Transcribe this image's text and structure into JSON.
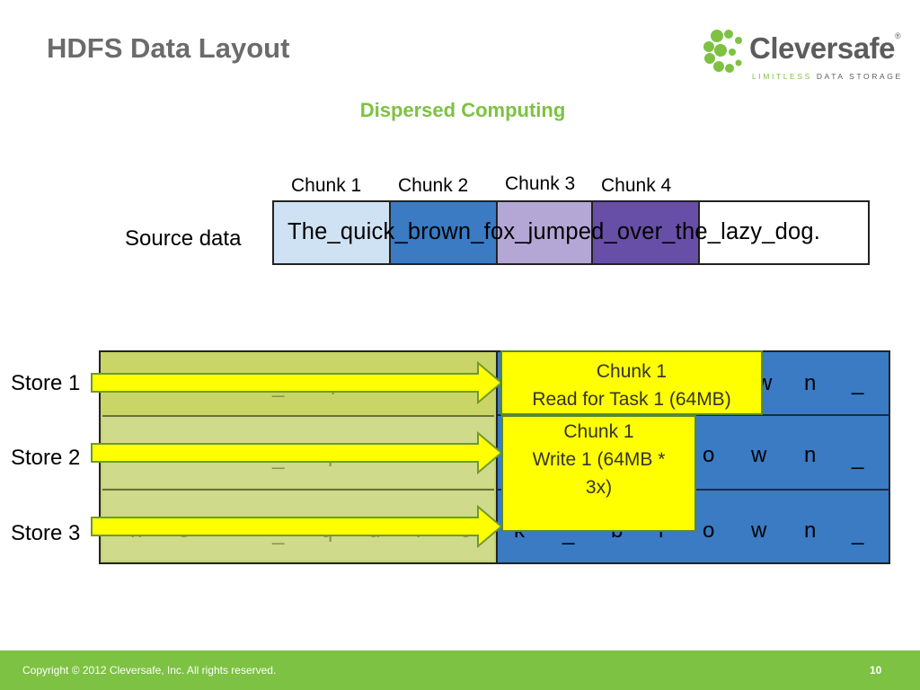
{
  "slide": {
    "title": "HDFS Data Layout",
    "subtitle": "Dispersed  Computing",
    "page_number": "10"
  },
  "logo": {
    "name": "Cleversafe",
    "registered_mark": "®",
    "tagline_highlight": "LIMITLESS",
    "tagline_rest": " DATA STORAGE"
  },
  "chunks": [
    "Chunk 1",
    "Chunk 2",
    "Chunk 3",
    "Chunk 4"
  ],
  "source": {
    "label": "Source data",
    "text": "The_quick_brown_fox_jumped_over_the_lazy_dog."
  },
  "stores": [
    "Store 1",
    "Store 2",
    "Store 3"
  ],
  "store_chars": {
    "store1_green": [
      "_",
      "q"
    ],
    "store1_blue": [
      "w",
      "n",
      "_"
    ],
    "store2_green": [
      "h",
      "e",
      "_",
      "q",
      "u",
      "i",
      "c"
    ],
    "store2_blue": [
      "o",
      "w",
      "n",
      "_"
    ],
    "store3_green": [
      "h",
      "e",
      "_",
      "q",
      "u",
      "i",
      "c"
    ],
    "store3_blue": [
      "k",
      "_",
      "b",
      "r",
      "o",
      "w",
      "n",
      "_"
    ]
  },
  "callouts": {
    "read_line1": "Chunk 1",
    "read_line2": "Read for Task 1 (64MB)",
    "write_line1": "Chunk 1",
    "write_line2": "Write 1 (64MB *",
    "write_line3": "3x)"
  },
  "footer": {
    "copyright": "Copyright © 2012  Cleversafe, Inc. All rights reserved."
  },
  "colors": {
    "brand_green": "#7dc242",
    "title_gray": "#6b6b6b",
    "chunk1": "#cfe2f3",
    "chunk2": "#3a7bc4",
    "chunk3": "#b4a7d6",
    "chunk4": "#674ea7",
    "store_blue": "#3a7bc4",
    "store_green": "#cfda8a",
    "callout_yellow": "#ffff00"
  }
}
